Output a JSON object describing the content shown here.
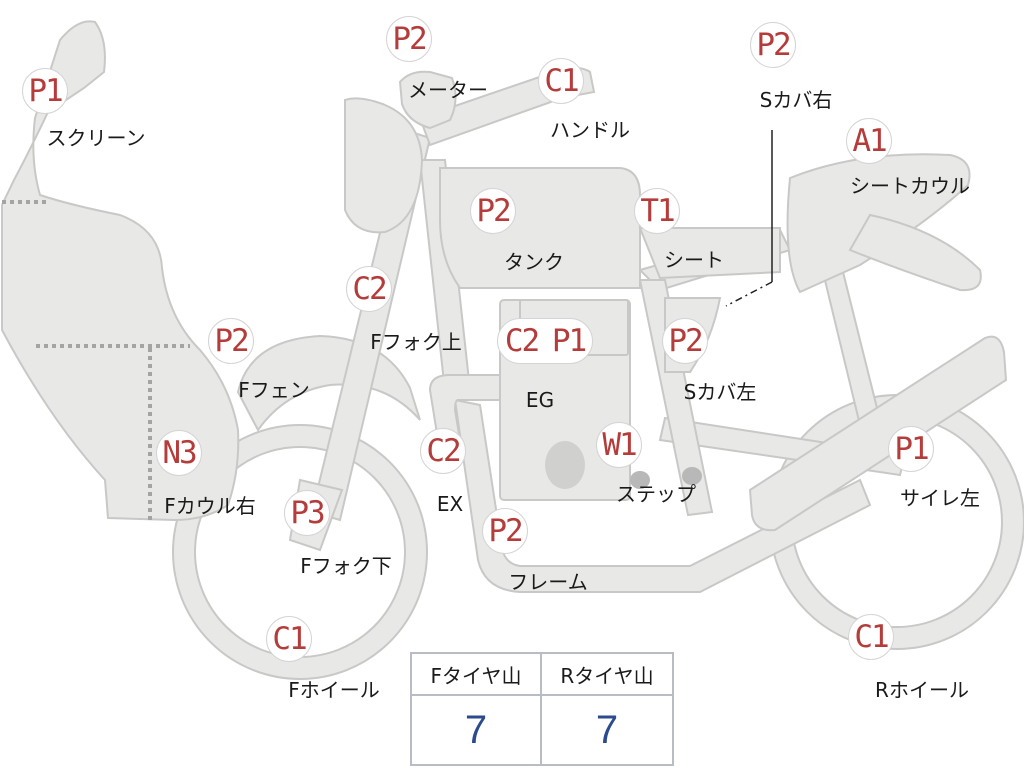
{
  "parts": [
    {
      "id": "screen",
      "grade": "P1",
      "label": "スクリーン"
    },
    {
      "id": "meter",
      "grade": "P2",
      "label": "メーター"
    },
    {
      "id": "handle",
      "grade": "C1",
      "label": "ハンドル"
    },
    {
      "id": "side-cover-right",
      "grade": "P2",
      "label": "Sカバ右"
    },
    {
      "id": "seat-cowl",
      "grade": "A1",
      "label": "シートカウル"
    },
    {
      "id": "tank",
      "grade": "P2",
      "label": "タンク"
    },
    {
      "id": "seat",
      "grade": "T1",
      "label": "シート"
    },
    {
      "id": "front-fork-upper",
      "grade": "C2",
      "label": "Fフォク上"
    },
    {
      "id": "front-fender",
      "grade": "P2",
      "label": "Fフェン"
    },
    {
      "id": "engine",
      "grade": "C2 P1",
      "label": "EG"
    },
    {
      "id": "side-cover-left",
      "grade": "P2",
      "label": "Sカバ左"
    },
    {
      "id": "front-cowl-right",
      "grade": "N3",
      "label": "Fカウル右"
    },
    {
      "id": "exhaust",
      "grade": "C2",
      "label": "EX"
    },
    {
      "id": "step",
      "grade": "W1",
      "label": "ステップ"
    },
    {
      "id": "muffler-left",
      "grade": "P1",
      "label": "サイレ左"
    },
    {
      "id": "front-fork-lower",
      "grade": "P3",
      "label": "Fフォク下"
    },
    {
      "id": "frame",
      "grade": "P2",
      "label": "フレーム"
    },
    {
      "id": "front-wheel",
      "grade": "C1",
      "label": "Fホイール"
    },
    {
      "id": "rear-wheel",
      "grade": "C1",
      "label": "Rホイール"
    }
  ],
  "tire_tread": {
    "front_label": "Fタイヤ山",
    "rear_label": "Rタイヤ山",
    "front_value": "7",
    "rear_value": "7"
  },
  "colors": {
    "grade_text": "#b43c3a",
    "part_fill": "#e8e8e6",
    "tread_value": "#2c4a8e"
  }
}
